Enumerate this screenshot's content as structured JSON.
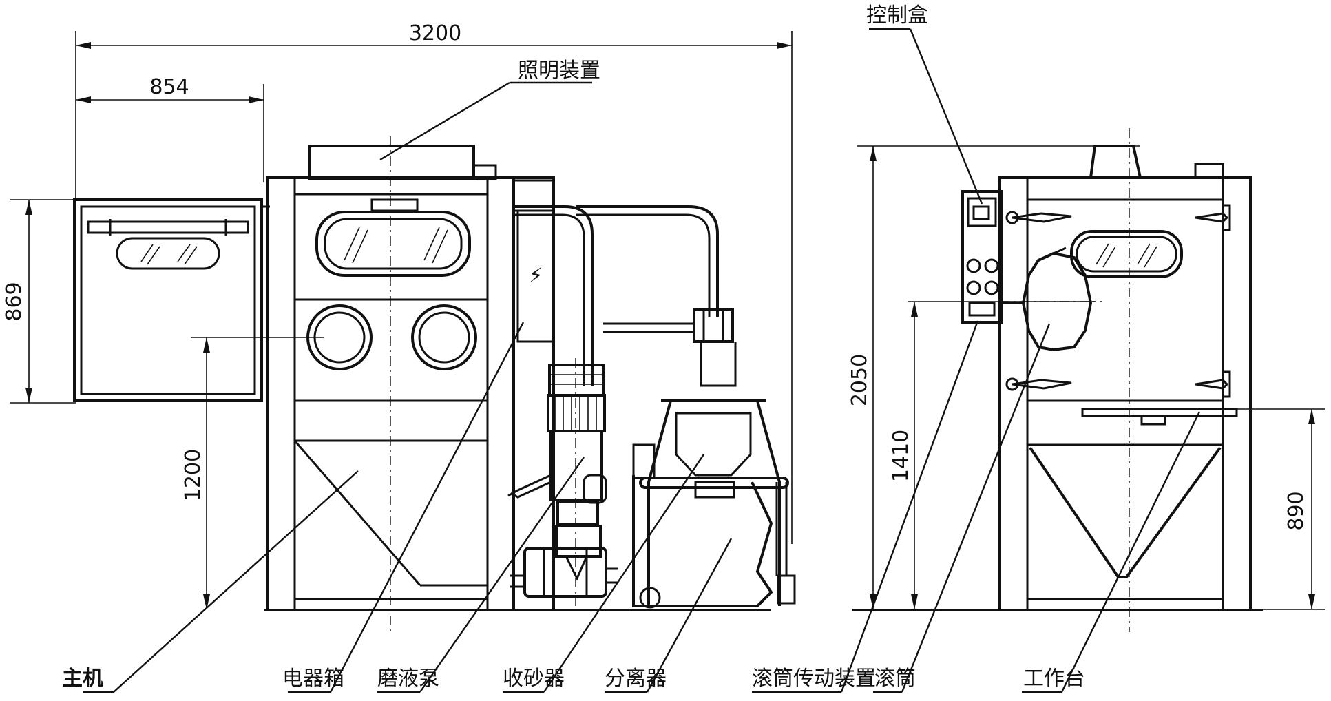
{
  "dimensions": {
    "total_width": "3200",
    "door_width": "854",
    "door_height": "869",
    "glove_height": "1200",
    "side_height": "2050",
    "axis_height": "1410",
    "table_height": "890"
  },
  "labels": {
    "lighting": "照明装置",
    "control_box": "控制盒",
    "main_unit": "主机",
    "electrical_box": "电器箱",
    "slurry_pump": "磨液泵",
    "sand_collector": "收砂器",
    "separator": "分离器",
    "drum_drive": "滚筒传动装置",
    "drum": "滚筒",
    "worktable": "工作台"
  },
  "symbols": {
    "electrical_symbol": "⚡"
  }
}
